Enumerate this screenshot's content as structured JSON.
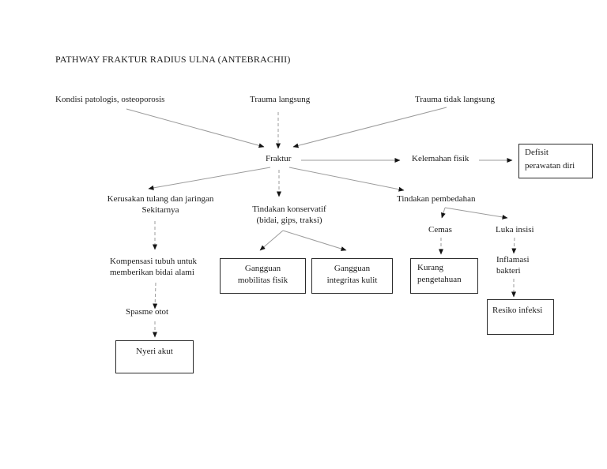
{
  "title": "PATHWAY FRAKTUR RADIUS ULNA (ANTEBRACHII)",
  "nodes": {
    "kondisi_patologis": "Kondisi patologis, osteoporosis",
    "trauma_langsung": "Trauma langsung",
    "trauma_tidak_langsung": "Trauma tidak langsung",
    "fraktur": "Fraktur",
    "kelemahan_fisik": "Kelemahan fisik",
    "kerusakan_tulang": "Kerusakan tulang dan jaringan\nSekitarnya",
    "tindakan_konservatif": "Tindakan konservatif\n(bidai, gips, traksi)",
    "tindakan_pembedahan": "Tindakan pembedahan",
    "cemas": "Cemas",
    "luka_insisi": "Luka insisi",
    "kompensasi_tubuh": "Kompensasi tubuh untuk\nmemberikan bidai alami",
    "spasme_otot": "Spasme otot",
    "inflamasi_bakteri": "Inflamasi\nbakteri"
  },
  "boxes": {
    "defisit_perawatan_diri": "Defisit\nperawatan diri",
    "gangguan_mobilitas_fisik": "Gangguan\nmobilitas fisik",
    "gangguan_integritas_kulit": "Gangguan\nintegritas kulit",
    "kurang_pengetahuan": "Kurang\npengetahuan",
    "resiko_infeksi": "Resiko infeksi",
    "nyeri_akut": "Nyeri akut"
  },
  "colors": {
    "background": "#ffffff",
    "text": "#1c1c1c",
    "connector_line": "#9b9b9b",
    "arrowhead": "#141414",
    "box_border": "#2b2b2b"
  }
}
